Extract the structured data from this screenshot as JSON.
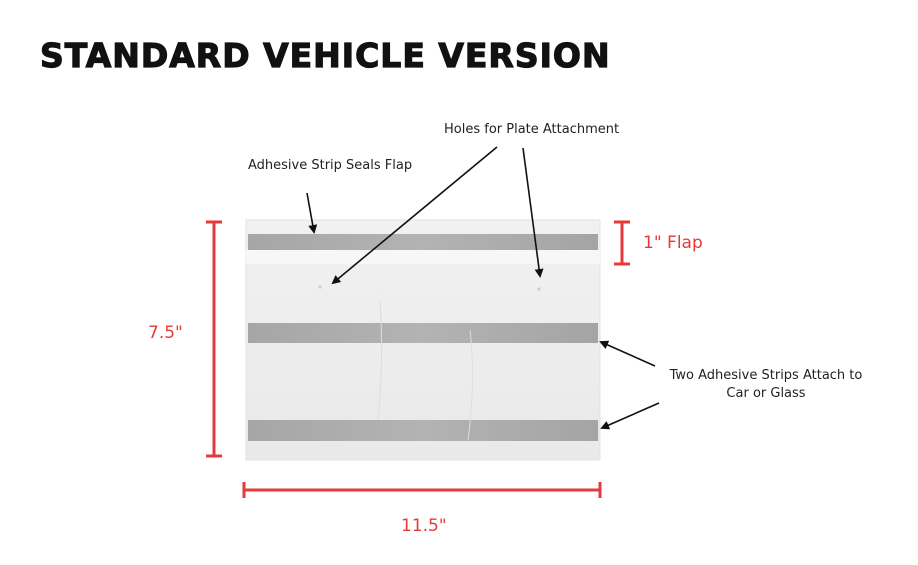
{
  "title": "STANDARD VEHICLE VERSION",
  "callouts": {
    "holes": "Holes for Plate Attachment",
    "adhesive_flap": "Adhesive Strip Seals Flap",
    "two_strips_line1": "Two Adhesive Strips Attach to",
    "two_strips_line2": "Car or Glass"
  },
  "dimensions": {
    "flap": "1\" Flap",
    "height": "7.5\"",
    "width": "11.5\""
  },
  "colors": {
    "dimension": "#e63a3a",
    "text": "#222222",
    "strip": "#a9a9a9",
    "sheet": "#ededed"
  }
}
